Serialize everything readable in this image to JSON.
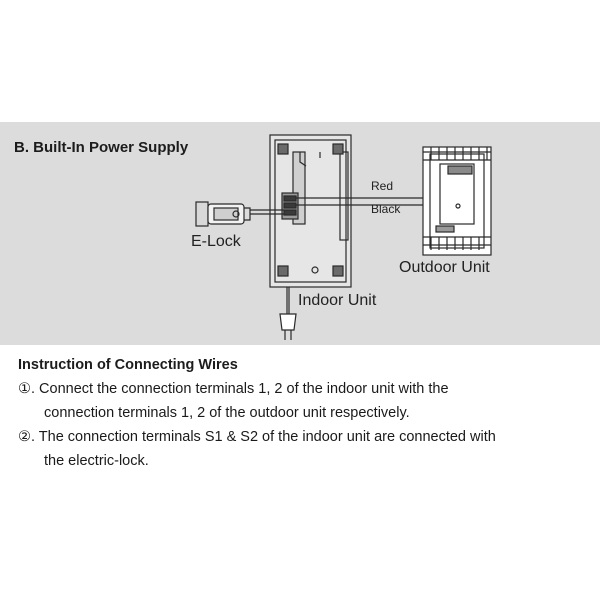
{
  "diagram": {
    "section_title": "B. Built-In Power Supply",
    "labels": {
      "elock": "E-Lock",
      "indoor_unit": "Indoor Unit",
      "outdoor_unit": "Outdoor Unit",
      "red_wire": "Red",
      "black_wire": "Black"
    },
    "colors": {
      "panel_background": "#dcdcdc",
      "line": "#2a2a2a"
    }
  },
  "instructions": {
    "title": "Instruction of Connecting Wires",
    "items": [
      {
        "lines": [
          "①. Connect the connection terminals 1, 2 of the indoor unit with the",
          "connection terminals 1, 2 of the outdoor unit respectively."
        ]
      },
      {
        "lines": [
          "②. The connection terminals S1 & S2 of the indoor unit are connected with",
          "the electric-lock."
        ]
      }
    ]
  }
}
